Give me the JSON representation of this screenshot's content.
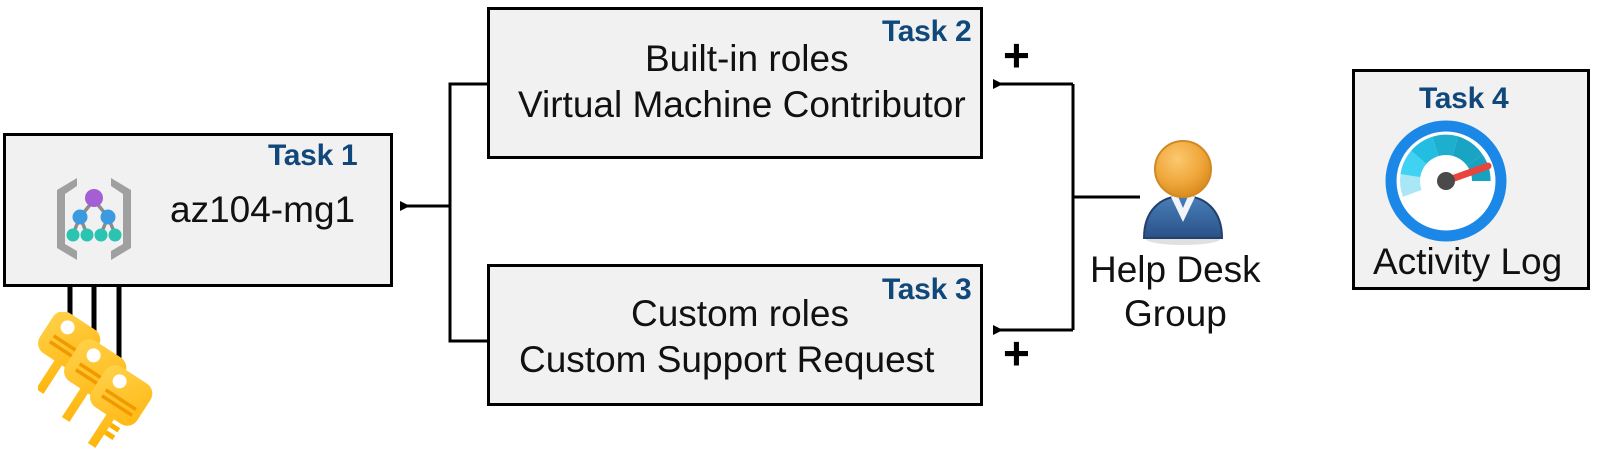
{
  "diagram": {
    "title": "Azure RBAC task diagram",
    "colors": {
      "task_label": "#11487B",
      "box_fill": "#F1F1F1",
      "box_border": "#000000",
      "connector": "#000000",
      "key_icon": "#FFC400",
      "person_head": "#F0A83C",
      "person_body": "#3A6FA8",
      "gauge_ring": "#1B87E6",
      "gauge_needle": "#E8453C",
      "mg_root_node": "#A45FD4",
      "mg_mid_node": "#3C9BE0",
      "mg_leaf_node": "#2BC4B0",
      "mg_bracket": "#A0A0A0"
    },
    "boxes": [
      {
        "id": "task1",
        "tag": "Task 1",
        "lines": [
          "az104-mg1"
        ],
        "icon": "management-group-icon"
      },
      {
        "id": "task2",
        "tag": "Task 2",
        "lines": [
          "Built-in roles",
          "Virtual Machine Contributor"
        ],
        "icon": null
      },
      {
        "id": "task3",
        "tag": "Task 3",
        "lines": [
          "Custom roles",
          "Custom Support Request"
        ],
        "icon": null
      },
      {
        "id": "task4",
        "tag": "Task 4",
        "lines": [
          "Activity Log"
        ],
        "icon": "gauge-icon"
      }
    ],
    "plus_signs": [
      {
        "id": "plus-task2",
        "label": "+"
      },
      {
        "id": "plus-task3",
        "label": "+"
      }
    ],
    "actor": {
      "id": "help-desk-group",
      "icon": "user-group-icon",
      "lines": [
        "Help Desk",
        "Group"
      ]
    },
    "keys": {
      "id": "keys-icon",
      "count": 3
    }
  }
}
